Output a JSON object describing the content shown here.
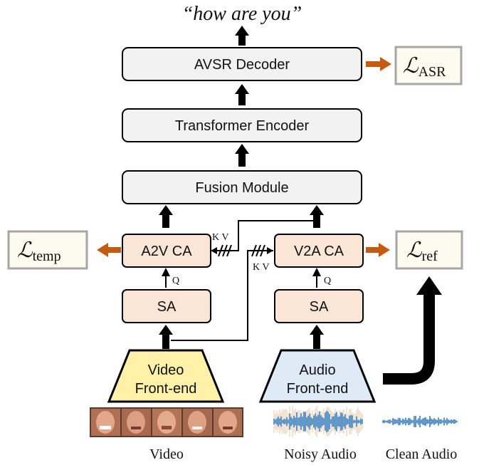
{
  "output_text": "“how are you”",
  "blocks": {
    "decoder": "AVSR Decoder",
    "encoder": "Transformer Encoder",
    "fusion": "Fusion Module",
    "a2v_ca": "A2V CA",
    "v2a_ca": "V2A CA",
    "sa_left": "SA",
    "sa_right": "SA",
    "video_frontend_line1": "Video",
    "video_frontend_line2": "Front-end",
    "audio_frontend_line1": "Audio",
    "audio_frontend_line2": "Front-end"
  },
  "losses": {
    "asr": {
      "symbol": "ℒ",
      "subscript": "ASR"
    },
    "temp": {
      "symbol": "ℒ",
      "subscript": "temp"
    },
    "ref": {
      "symbol": "ℒ",
      "subscript": "ref"
    }
  },
  "labels": {
    "kv_left": "K V",
    "kv_right": "K V",
    "q_left": "Q",
    "q_right": "Q"
  },
  "inputs": {
    "video": "Video",
    "noisy_audio": "Noisy Audio",
    "clean_audio": "Clean Audio"
  },
  "colors": {
    "gray_box": "#f2f2f2",
    "pink_box": "#fbe5d6",
    "yellow_frontend": "#fff2a8",
    "blue_frontend": "#deebf7",
    "orange_arrow": "#c55a11",
    "loss_border": "#a6a6a6",
    "loss_fill": "#fbfbf0",
    "waveform": "#2e75b6",
    "noise": "#d4a373"
  }
}
